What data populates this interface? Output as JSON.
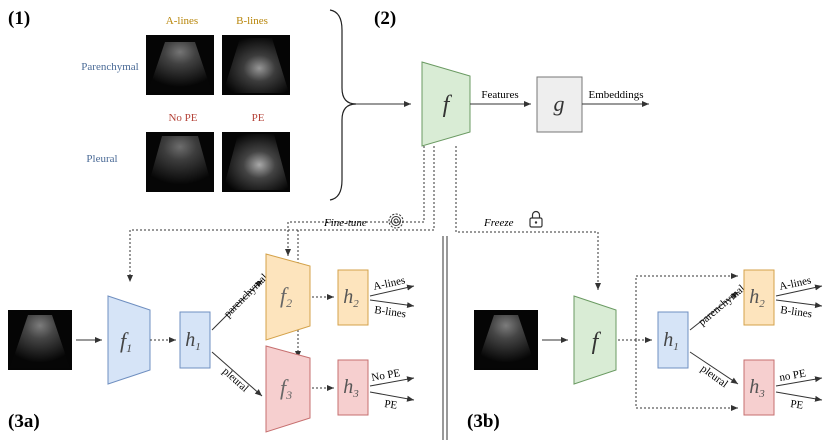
{
  "panels": {
    "p1": "(1)",
    "p2": "(2)",
    "p3a": "(3a)",
    "p3b": "(3b)"
  },
  "panel1": {
    "col_alines": "A-lines",
    "col_blines": "B-lines",
    "col_nope": "No PE",
    "col_pe": "PE",
    "row_parenchymal": "Parenchymal",
    "row_pleural": "Pleural"
  },
  "panel2": {
    "f": "f",
    "g": "g",
    "features": "Features",
    "embeddings": "Embeddings",
    "finetune": "Fine-tune",
    "freeze": "Freeze"
  },
  "panel3a": {
    "f1": "f",
    "f1_sub": "1",
    "h1": "h",
    "h1_sub": "1",
    "f2": "f",
    "f2_sub": "2",
    "f3": "f",
    "f3_sub": "3",
    "h2": "h",
    "h2_sub": "2",
    "h3": "h",
    "h3_sub": "3",
    "branch_parenchymal": "parenchymal",
    "branch_pleural": "pleural",
    "out_alines": "A-lines",
    "out_blines": "B-lines",
    "out_nope": "No PE",
    "out_pe": "PE"
  },
  "panel3b": {
    "f": "f",
    "h1": "h",
    "h1_sub": "1",
    "h2": "h",
    "h2_sub": "2",
    "h3": "h",
    "h3_sub": "3",
    "branch_parenchymal": "parenchymal",
    "branch_pleural": "pleural",
    "out_alines": "A-lines",
    "out_blines": "B-lines",
    "out_nope": "no PE",
    "out_pe": "PE"
  },
  "colors": {
    "green_fill": "#d9ecd5",
    "green_stroke": "#6a9a62",
    "blue_fill": "#d6e4f7",
    "blue_stroke": "#6f8fc0",
    "orange_fill": "#fde4bd",
    "orange_stroke": "#d4a24a",
    "red_fill": "#f6cfcf",
    "red_stroke": "#c66f6f",
    "gray_fill": "#eeeeee",
    "gray_stroke": "#777777"
  }
}
